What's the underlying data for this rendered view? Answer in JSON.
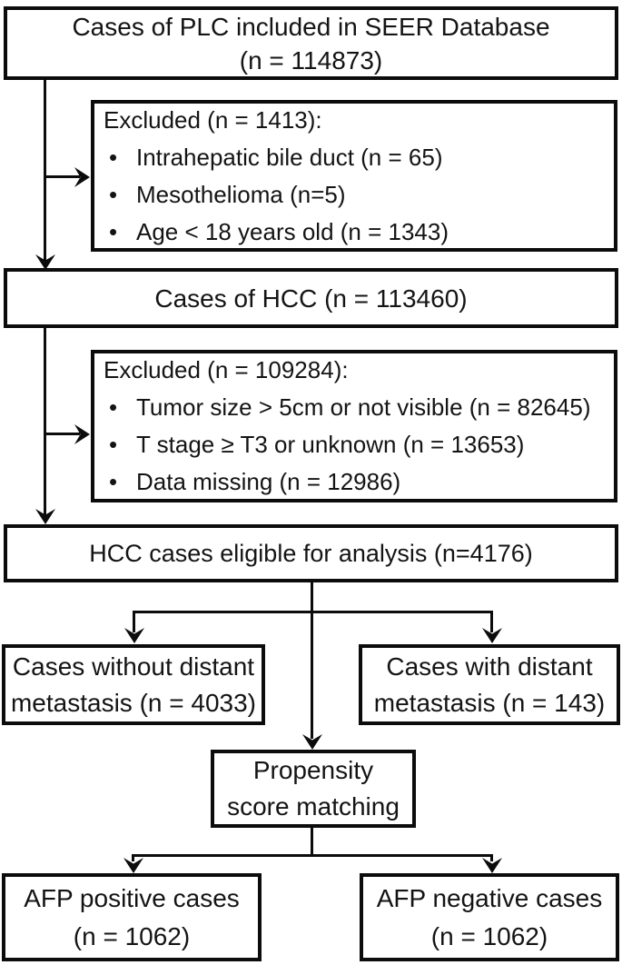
{
  "flowchart": {
    "colors": {
      "line": "#0c0c0c",
      "background": "#ffffff",
      "text": "#141414"
    },
    "seer_box": {
      "line1": "Cases of PLC included in SEER Database",
      "line2": "(n = 114873)"
    },
    "excluded_box_1": {
      "title": "Excluded (n = 1413):",
      "items": [
        "Intrahepatic bile duct (n = 65)",
        "Mesothelioma (n=5)",
        "Age < 18 years old (n = 1343)"
      ]
    },
    "hcc_box": {
      "label": "Cases of HCC (n = 113460)"
    },
    "excluded_box_2": {
      "title": "Excluded (n = 109284):",
      "items": [
        "Tumor size > 5cm or not visible (n = 82645)",
        "T stage ≥ T3 or unknown (n = 13653)",
        "Data missing (n = 12986)"
      ]
    },
    "eligible_box": {
      "label": "HCC cases eligible for analysis (n=4176)"
    },
    "no_metastasis_box": {
      "line1": "Cases without distant",
      "line2": "metastasis (n = 4033)"
    },
    "metastasis_box": {
      "line1": "Cases with distant",
      "line2": "metastasis (n = 143)"
    },
    "psm_box": {
      "line1": "Propensity",
      "line2": "score matching"
    },
    "afp_positive_box": {
      "line1": "AFP positive cases",
      "line2": "(n = 1062)"
    },
    "afp_negative_box": {
      "line1": "AFP negative cases",
      "line2": "(n = 1062)"
    }
  }
}
